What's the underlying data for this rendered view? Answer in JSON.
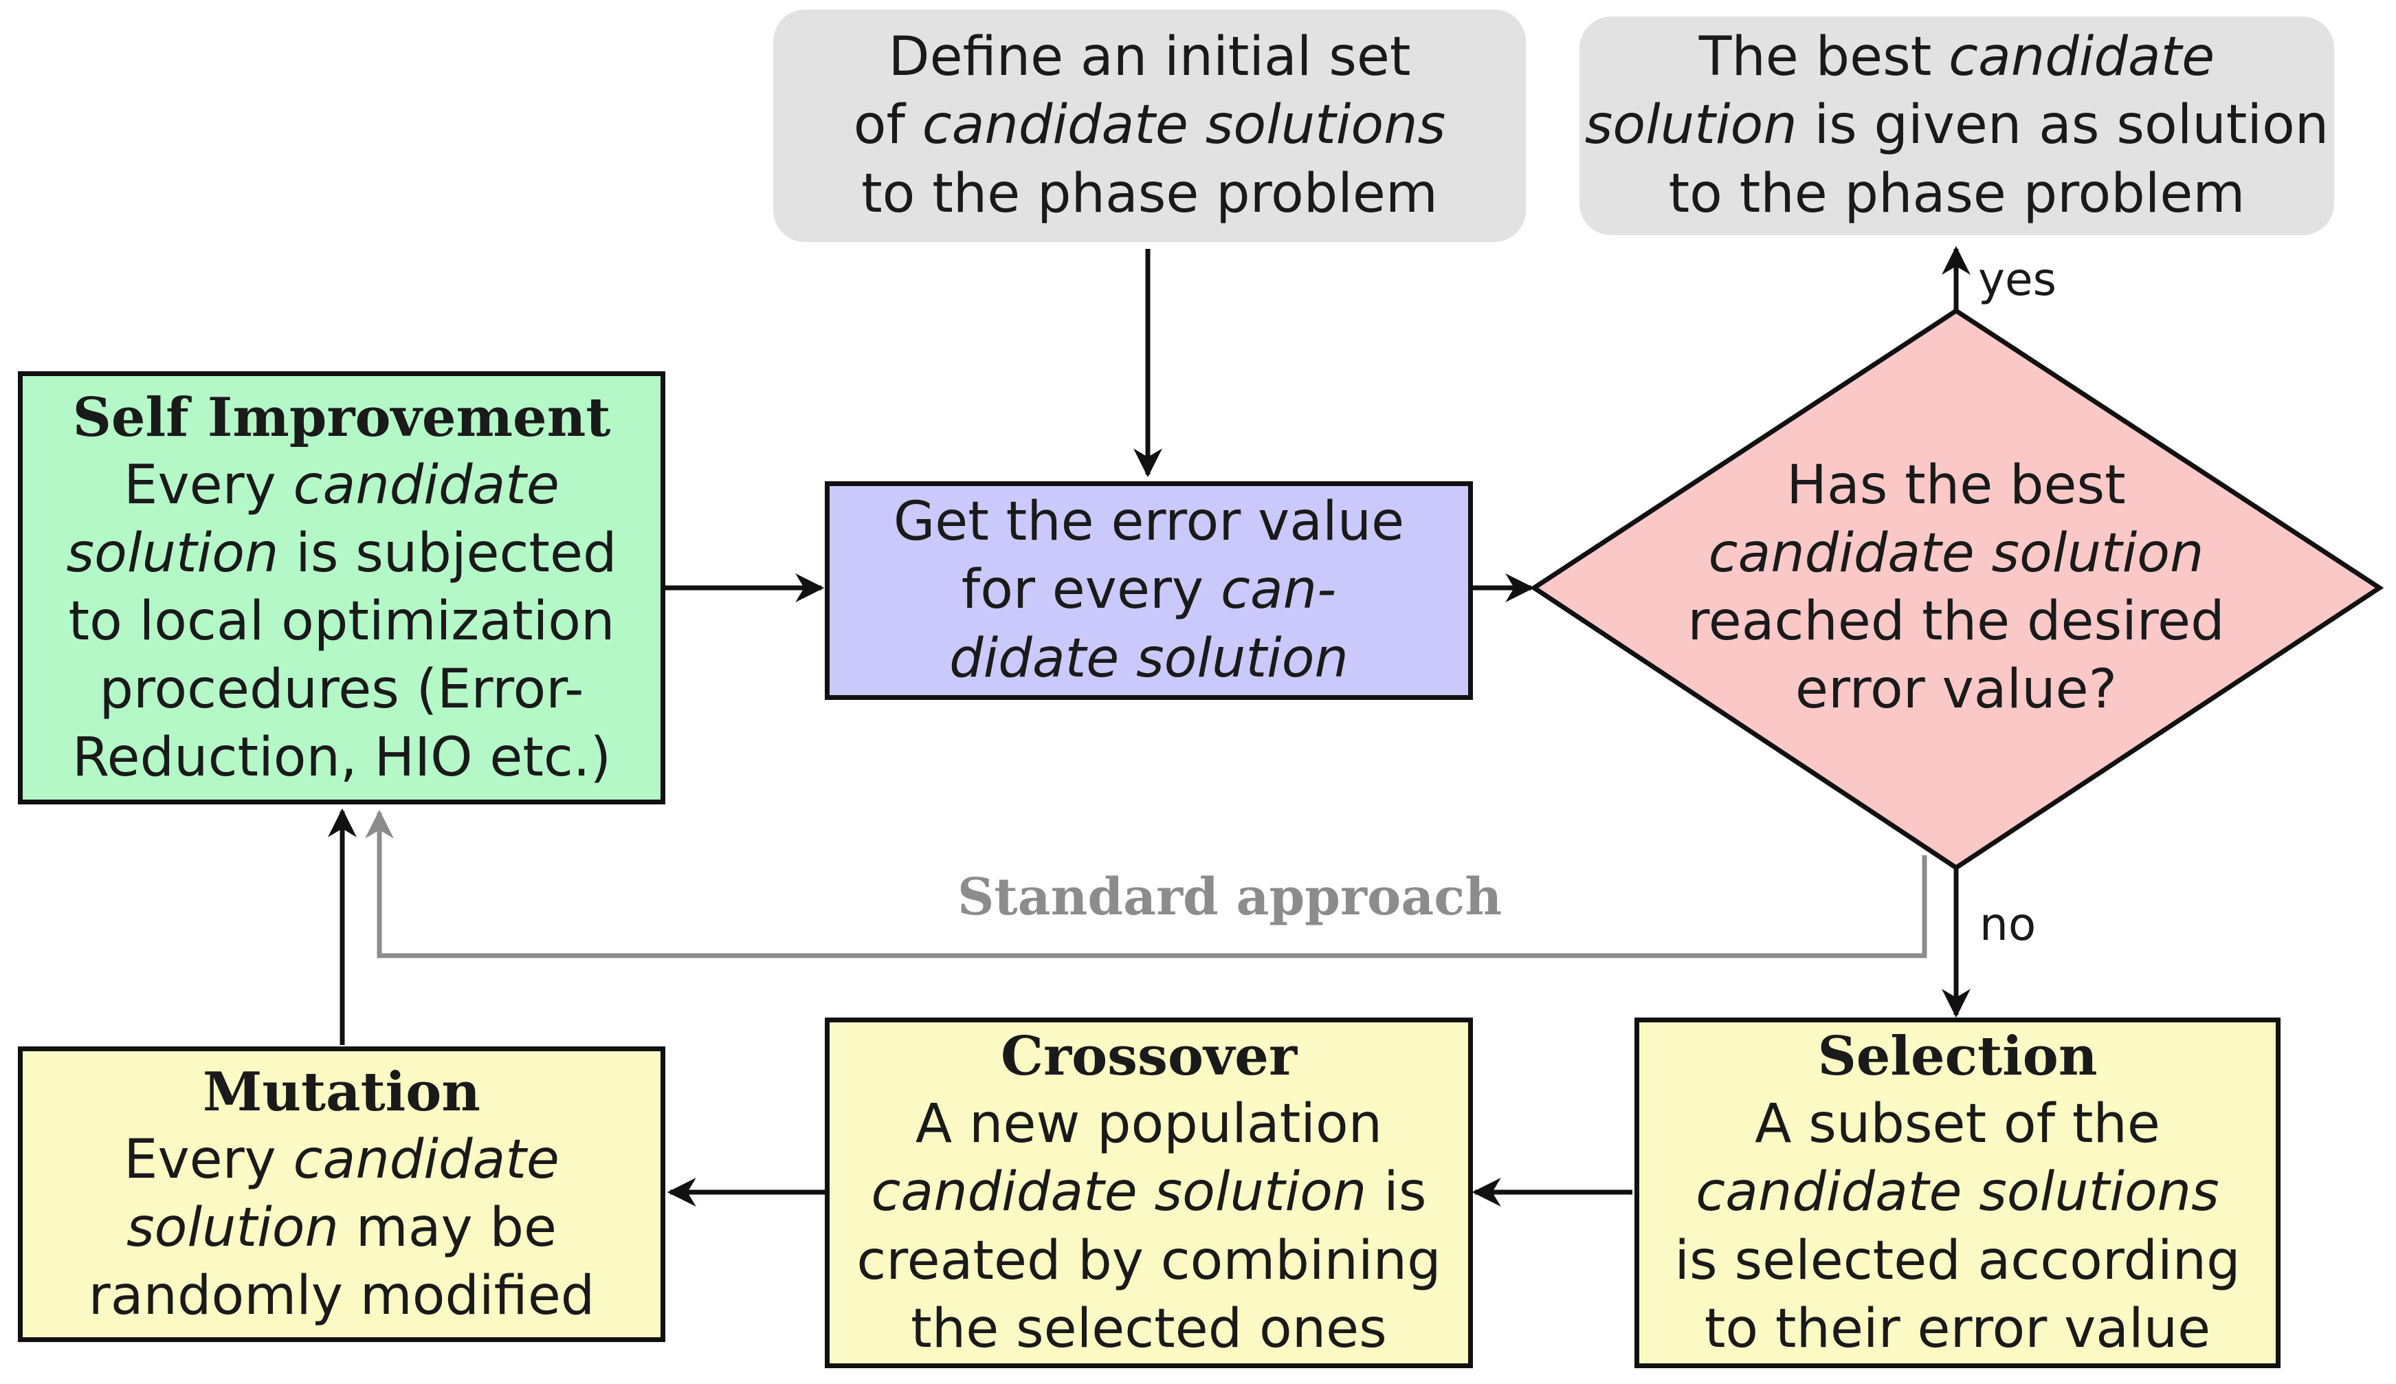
{
  "diagram": {
    "init": {
      "line1": "Define an initial set",
      "line2_pre": "of ",
      "line2_em": "candidate solutions",
      "line3": "to the phase problem"
    },
    "result": {
      "line1_pre": "The best ",
      "line1_em": "candidate",
      "line2_em": "solution",
      "line2_post": " is given as solution",
      "line3": "to the phase problem"
    },
    "self_improvement": {
      "title": "Self Improvement",
      "line1_pre": "Every ",
      "line1_em": "candidate",
      "line2_em": "solution",
      "line2_post": " is subjected",
      "line3": "to local optimization",
      "line4": "procedures (Error-",
      "line5": "Reduction, HIO etc.)"
    },
    "error_value": {
      "line1": "Get the error value",
      "line2_pre": "for every ",
      "line2_em": "can-",
      "line3_em": "didate solution"
    },
    "decision": {
      "line1": "Has the best",
      "line2_em": "candidate solution",
      "line3": "reached the desired",
      "line4": "error value?"
    },
    "mutation": {
      "title": "Mutation",
      "line1_pre": "Every ",
      "line1_em": "candidate",
      "line2_em": "solution",
      "line2_post": " may be",
      "line3": "randomly modified"
    },
    "crossover": {
      "title": "Crossover",
      "line1": "A new population",
      "line2_em": "candidate solution",
      "line2_post": " is",
      "line3": "created by combining",
      "line4": "the selected ones"
    },
    "selection": {
      "title": "Selection",
      "line1": "A subset of the",
      "line2_em": "candidate solutions",
      "line3": "is selected according",
      "line4": "to their error value"
    },
    "labels": {
      "yes": "yes",
      "no": "no",
      "standard": "Standard approach"
    },
    "colors": {
      "rounded_fill": "#e2e2e2",
      "self_improvement_fill": "#b4f8c8",
      "error_value_fill": "#c9c9fb",
      "decision_fill": "#fbc8c8",
      "step_fill": "#fbf9c4",
      "standard_path": "#8c8c8c",
      "stroke": "#111111"
    }
  }
}
